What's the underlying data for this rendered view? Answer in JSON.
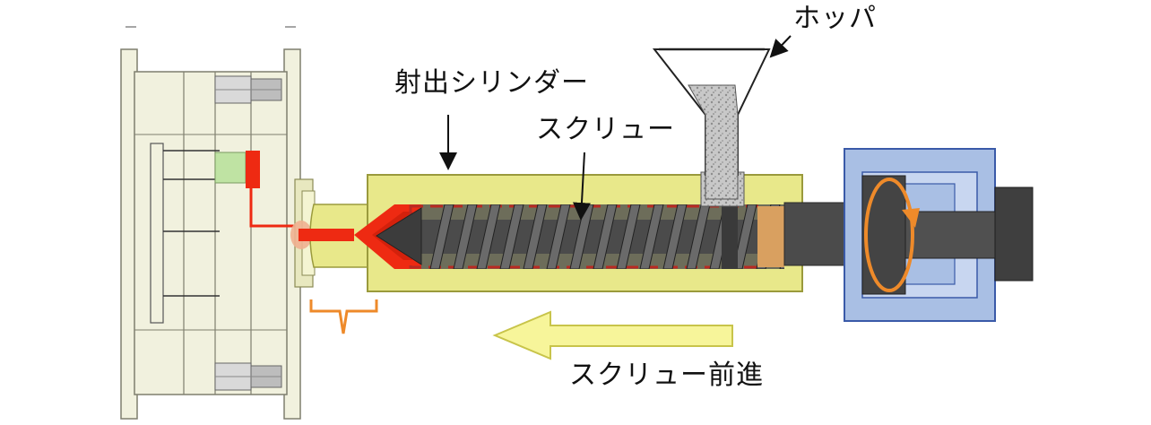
{
  "labels": {
    "hopper": "ホッパ",
    "cylinder": "射出シリンダー",
    "screw": "スクリュー",
    "advance": "スクリュー前進"
  },
  "colors": {
    "mold": "#f1f1de",
    "mold_stroke": "#7f7f6f",
    "cylinder": "#e8e88a",
    "cylinder_stroke": "#9a9a3c",
    "screw": "#4b4b4b",
    "melt": "#ee2a12",
    "heater": "#b92a22",
    "motor": "#a9bfe4",
    "motor_stroke": "#3a5aa8",
    "rotation_arrow": "#ee8a2a",
    "advance_arrow": "#f7f59a",
    "advance_arrow_stroke": "#c8c44a",
    "gate_green": "#bfe3a3",
    "resin": "#c8c8c8"
  }
}
